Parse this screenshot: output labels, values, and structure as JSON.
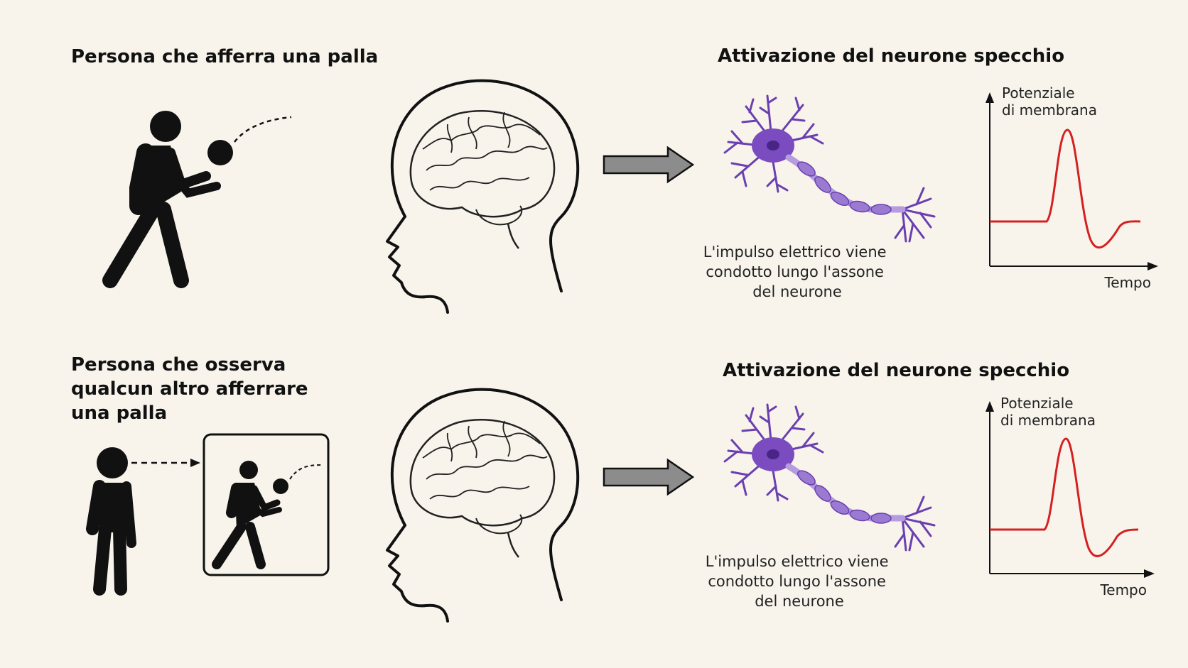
{
  "colors": {
    "background": "#f8f4ec",
    "figure": "#111111",
    "arrow_fill": "#8c8c8c",
    "neuron": "#6a3fb0",
    "neuron_light": "#b69bdf",
    "spike": "#d42020"
  },
  "rows": [
    {
      "person_label": [
        "Persona che afferra una palla"
      ],
      "activation_title": "Attivazione del neurone specchio",
      "caption": [
        "L'impulso elettrico viene",
        "condotto lungo l'assone",
        "del neurone"
      ],
      "y_axis_label": [
        "Potenziale",
        "di membrana"
      ],
      "x_axis_label": "Tempo"
    },
    {
      "person_label": [
        "Persona che osserva",
        "qualcun altro afferrare",
        "una palla"
      ],
      "activation_title": "Attivazione del neurone specchio",
      "caption": [
        "L'impulso elettrico viene",
        "condotto lungo l'assone",
        "del neurone"
      ],
      "y_axis_label": [
        "Potenziale",
        "di membrana"
      ],
      "x_axis_label": "Tempo"
    }
  ],
  "icons": [
    "person-catching-icon",
    "person-observing-icon",
    "brain-head-icon",
    "arrow-right-icon",
    "neuron-icon"
  ]
}
